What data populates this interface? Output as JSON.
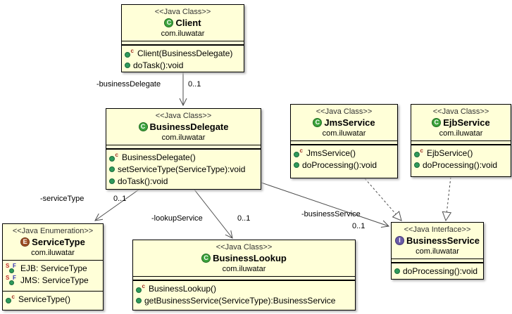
{
  "icons": {
    "class_letter": "C",
    "interface_letter": "I",
    "enum_letter": "E",
    "constructor_letter": "c",
    "static_letter": "S",
    "final_letter": "F"
  },
  "colors": {
    "box_fill": "#FFFFD8",
    "box_border": "#000000",
    "class_icon_green": "#3DA43D",
    "interface_icon_purple": "#6A5BA7",
    "enum_icon_brown": "#9E4F26",
    "method_dot_green": "#2E9A5B",
    "connector_gray": "#4D4D4D"
  },
  "classes": [
    {
      "stereotype": "<<Java Class>>",
      "kind": "class",
      "name": "Client",
      "package": "com.iluwatar",
      "members": [
        {
          "kind": "constructor",
          "text": "Client(BusinessDelegate)"
        },
        {
          "kind": "method",
          "text": "doTask():void"
        }
      ]
    },
    {
      "stereotype": "<<Java Class>>",
      "kind": "class",
      "name": "BusinessDelegate",
      "package": "com.iluwatar",
      "members": [
        {
          "kind": "constructor",
          "text": "BusinessDelegate()"
        },
        {
          "kind": "method",
          "text": "setServiceType(ServiceType):void"
        },
        {
          "kind": "method",
          "text": "doTask():void"
        }
      ]
    },
    {
      "stereotype": "<<Java Class>>",
      "kind": "class",
      "name": "JmsService",
      "package": "com.iluwatar",
      "members": [
        {
          "kind": "constructor",
          "text": "JmsService()"
        },
        {
          "kind": "method",
          "text": "doProcessing():void"
        }
      ]
    },
    {
      "stereotype": "<<Java Class>>",
      "kind": "class",
      "name": "EjbService",
      "package": "com.iluwatar",
      "members": [
        {
          "kind": "constructor",
          "text": "EjbService()"
        },
        {
          "kind": "method",
          "text": "doProcessing():void"
        }
      ]
    },
    {
      "stereotype": "<<Java Enumeration>>",
      "kind": "enumeration",
      "name": "ServiceType",
      "package": "com.iluwatar",
      "fields": [
        {
          "kind": "static-final-field",
          "text": "EJB: ServiceType"
        },
        {
          "kind": "static-final-field",
          "text": "JMS: ServiceType"
        }
      ],
      "members": [
        {
          "kind": "constructor",
          "text": "ServiceType()"
        }
      ]
    },
    {
      "stereotype": "<<Java Class>>",
      "kind": "class",
      "name": "BusinessLookup",
      "package": "com.iluwatar",
      "members": [
        {
          "kind": "constructor",
          "text": "BusinessLookup()"
        },
        {
          "kind": "method",
          "text": "getBusinessService(ServiceType):BusinessService"
        }
      ]
    },
    {
      "stereotype": "<<Java Interface>>",
      "kind": "interface",
      "name": "BusinessService",
      "package": "com.iluwatar",
      "members": [
        {
          "kind": "method",
          "text": "doProcessing():void"
        }
      ]
    }
  ],
  "edges": {
    "business_delegate": {
      "name": "-businessDelegate",
      "multiplicity": "0..1"
    },
    "service_type": {
      "name": "-serviceType",
      "multiplicity": "0..1"
    },
    "lookup_service": {
      "name": "-lookupService",
      "multiplicity": "0..1"
    },
    "business_service": {
      "name": "-businessService",
      "multiplicity": "0..1"
    }
  }
}
